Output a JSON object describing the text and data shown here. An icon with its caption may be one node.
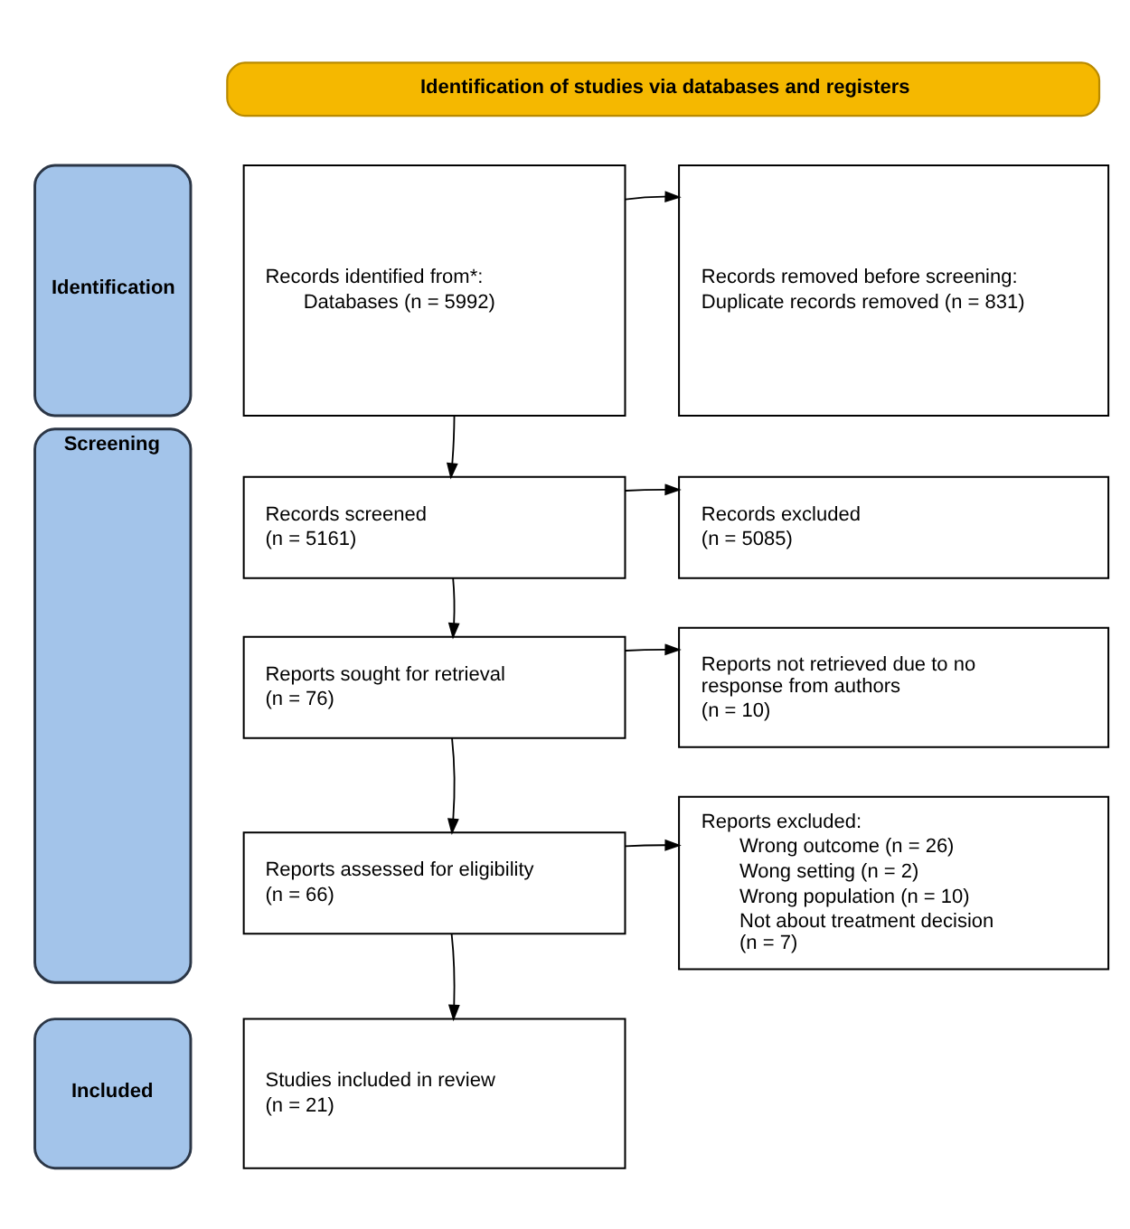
{
  "diagram": {
    "nodes": [
      {
        "text": [
          "Identification of studies via databases and registers"
        ]
      },
      {
        "text": [
          "Identification"
        ]
      },
      {
        "text": [
          "Records identified from*:",
          "Databases (n = 5992)"
        ]
      },
      {
        "text": [
          "Records removed before screening:",
          "Duplicate records removed (n = 831)"
        ]
      },
      {
        "text": [
          "Screening"
        ]
      },
      {
        "text": [
          "Records screened",
          "(n = 5161)"
        ]
      },
      {
        "text": [
          "Records excluded",
          "(n = 5085)"
        ]
      },
      {
        "text": [
          "Reports sought for retrieval",
          "(n = 76)"
        ]
      },
      {
        "text": [
          "Reports not retrieved due to no response from authors",
          "(n = 10)"
        ]
      },
      {
        "text": [
          "Reports assessed for eligibility",
          "(n = 66)"
        ]
      },
      {
        "text": [
          "Reports excluded:",
          "Wrong outcome (n = 26)",
          "Wong setting (n = 2)",
          "Wrong population (n = 10)",
          "Not about treatment decision (n = 7)"
        ]
      },
      {
        "text": [
          "Included"
        ]
      },
      {
        "text": [
          "Studies included in review",
          "(n = 21)"
        ]
      }
    ],
    "edges": [
      {
        "from": 2,
        "to": 3,
        "arrow": "to"
      },
      {
        "from": 2,
        "to": 5,
        "arrow": "to"
      },
      {
        "from": 5,
        "to": 6,
        "arrow": "to"
      },
      {
        "from": 5,
        "to": 7,
        "arrow": "to"
      },
      {
        "from": 7,
        "to": 8,
        "arrow": "to"
      },
      {
        "from": 7,
        "to": 9,
        "arrow": "to"
      },
      {
        "from": 9,
        "to": 10,
        "arrow": "to"
      },
      {
        "from": 9,
        "to": 12,
        "arrow": "to"
      }
    ]
  }
}
